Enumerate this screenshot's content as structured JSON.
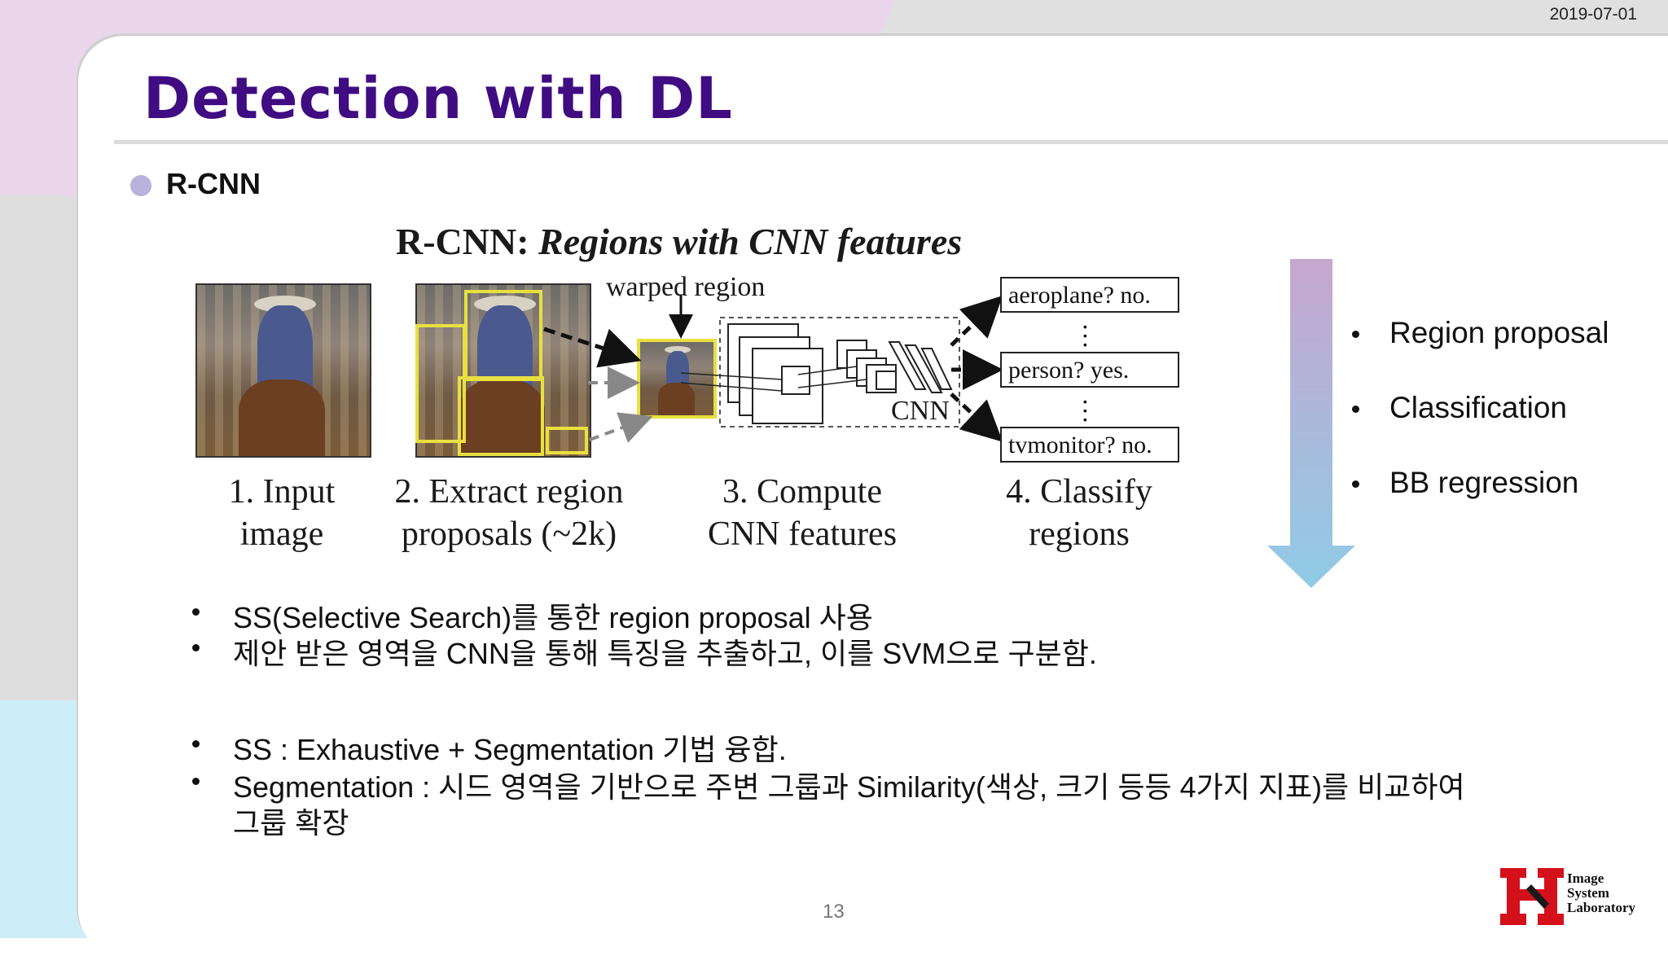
{
  "header": {
    "date": "2019-07-01"
  },
  "slide": {
    "title": "Detection with DL",
    "section": "R-CNN",
    "page_number": "13"
  },
  "figure": {
    "title_prefix": "R-CNN: ",
    "title_italic": "Regions with CNN features",
    "warped_region_label": "warped region",
    "cnn_label": "CNN",
    "classes": [
      "aeroplane? no.",
      "person? yes.",
      "tvmonitor? no."
    ],
    "steps": [
      {
        "line1": "1. Input",
        "line2": "image"
      },
      {
        "line1": "2. Extract region",
        "line2": "proposals (~2k)"
      },
      {
        "line1": "3. Compute",
        "line2": "CNN features"
      },
      {
        "line1": "4. Classify",
        "line2": "regions"
      }
    ]
  },
  "side_list": [
    "Region proposal",
    "Classification",
    "BB regression"
  ],
  "bullets": [
    "SS(Selective Search)를 통한 region proposal 사용",
    "제안 받은 영역을 CNN을 통해 특징을 추출하고, 이를 SVM으로 구분함.",
    "SS : Exhaustive + Segmentation 기법 융합.",
    "Segmentation : 시드 영역을 기반으로 주변 그룹과 Similarity(색상, 크기 등등 4가지 지표)를 비교하여",
    "그룹 확장"
  ],
  "logo": {
    "line1": "Image",
    "line2": "System",
    "line3": "Laboratory"
  },
  "colors": {
    "title": "#3f0c82",
    "arrow_top": "#c7a6cf",
    "arrow_bottom": "#8fcbe6",
    "proposal_box": "#e8e040",
    "logo_red": "#d4101a"
  }
}
